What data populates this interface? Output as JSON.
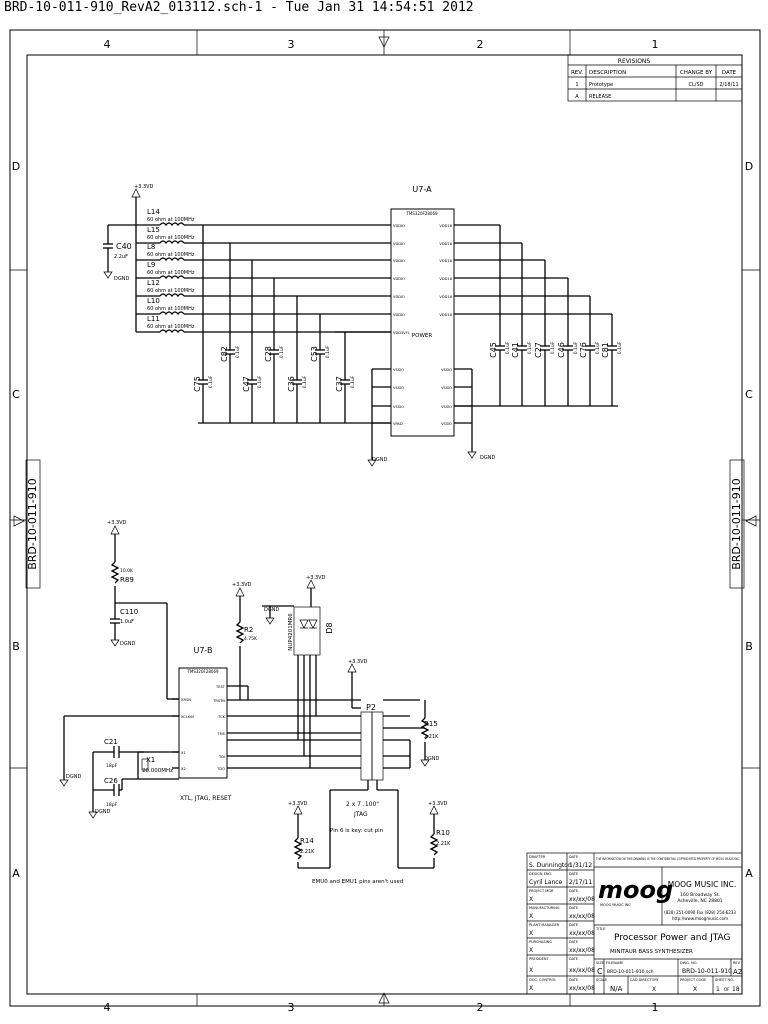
{
  "header": "BRD-10-011-910_RevA2_013112.sch-1 - Tue Jan 31 14:54:51 2012",
  "zones": {
    "cols": [
      "4",
      "3",
      "2",
      "1"
    ],
    "rows": [
      "D",
      "C",
      "B",
      "A"
    ]
  },
  "side_label": "BRD-10-011-910",
  "revisions": {
    "title": "REVISIONS",
    "cols": [
      "REV.",
      "DESCRIPTION",
      "CHANGE BY",
      "DATE"
    ],
    "rows": [
      [
        "1",
        "Prototype",
        "CL/SD",
        "2/18/11"
      ],
      [
        "A",
        "RELEASE",
        "",
        ""
      ]
    ]
  },
  "u7a": {
    "title": "U7-A",
    "part": "TMS320F28069",
    "power": "POWER",
    "left_pins": [
      "VDDIO",
      "VDDIO",
      "VDDIO",
      "VDDIO",
      "VDDIO",
      "VDDIO",
      "VDD3VFL"
    ],
    "right_pins": [
      "VDD18",
      "VDD18",
      "VDD18",
      "VDD18",
      "VDD18",
      "VDD18"
    ],
    "gnd_left": [
      "VSSIO",
      "VSSIO",
      "VSSIO",
      "VPAD"
    ],
    "gnd_right": [
      "VSSIO",
      "VSSIO",
      "VSSIO",
      "VSSIO"
    ]
  },
  "rail": "+3.3VD",
  "gnd": "DGND",
  "ferrites": [
    {
      "ref": "L14",
      "val": "60 ohm at 100MHz"
    },
    {
      "ref": "L15",
      "val": "60 ohm at 100MHz"
    },
    {
      "ref": "L8",
      "val": "60 ohm at 100MHz"
    },
    {
      "ref": "L9",
      "val": "60 ohm at 100MHz"
    },
    {
      "ref": "L12",
      "val": "60 ohm at 100MHz"
    },
    {
      "ref": "L10",
      "val": "60 ohm at 100MHz"
    },
    {
      "ref": "L11",
      "val": "60 ohm at 100MHz"
    }
  ],
  "c40": {
    "ref": "C40",
    "val": "2.2uF"
  },
  "caps_left": [
    {
      "ref": "C75",
      "val": "0.1uF"
    },
    {
      "ref": "C82",
      "val": "0.1uF"
    },
    {
      "ref": "C47",
      "val": "0.1uF"
    },
    {
      "ref": "C28",
      "val": "0.1uF"
    },
    {
      "ref": "C36",
      "val": "0.1uF"
    },
    {
      "ref": "C53",
      "val": "0.1uF"
    },
    {
      "ref": "C37",
      "val": "0.1uF"
    }
  ],
  "caps_right": [
    {
      "ref": "C45",
      "val": "0.1uF"
    },
    {
      "ref": "C41",
      "val": "0.1uF"
    },
    {
      "ref": "C27",
      "val": "0.1uF"
    },
    {
      "ref": "C46",
      "val": "0.1uF"
    },
    {
      "ref": "C76",
      "val": "0.1uF"
    },
    {
      "ref": "C81",
      "val": "0.1uF"
    }
  ],
  "u7b": {
    "title": "U7-B",
    "part": "TMS320F28069",
    "caption": "XTL, JTAG, RESET",
    "left_pins": [
      "XRSN",
      "XCLKIN",
      "X1",
      "X2"
    ],
    "right_pins": [
      "TEST",
      "TRSTN",
      "TCK",
      "TMS",
      "TDI",
      "TDO"
    ]
  },
  "r89": {
    "ref": "R89",
    "val": "10.0K"
  },
  "c110": {
    "ref": "C110",
    "val": "1.0uF"
  },
  "r2": {
    "ref": "R2",
    "val": "4.75K"
  },
  "d8": {
    "ref": "D8",
    "part": "NUP4201MR6"
  },
  "p2": {
    "ref": "P2",
    "label": "2 x 7 .100\"",
    "sub": "JTAG",
    "note": "Pin 6 is key: cut pin"
  },
  "r15": {
    "ref": "R15",
    "val": "2.21K"
  },
  "r14": {
    "ref": "R14",
    "val": "2.21K"
  },
  "r10": {
    "ref": "R10",
    "val": "2.21K"
  },
  "c21": {
    "ref": "C21",
    "val": "18pF"
  },
  "c26": {
    "ref": "C26",
    "val": "18pF"
  },
  "x1": {
    "ref": "X1",
    "val": "20.000MHz"
  },
  "emu_note": "EMU0 and EMU1 pins aren't used",
  "title_block": {
    "drafter_lbl": "DRAFTER",
    "drafter": "S. Dunnington",
    "drafter_date": "1/31/12",
    "design_lbl": "DESIGN ENG.",
    "design": "Cyril Lance",
    "design_date": "2/17/11",
    "pm_lbl": "PROJECT MGR",
    "pm": "X",
    "pm_date": "xx/xx/08",
    "mfg_lbl": "MANUFACTURING",
    "mfg": "X",
    "mfg_date": "xx/xx/08",
    "plant_lbl": "PLANT MANAGER",
    "plant": "X",
    "plant_date": "xx/xx/08",
    "purch_lbl": "PURCHASING",
    "purch": "X",
    "purch_date": "xx/xx/08",
    "pres_lbl": "PRESIDENT",
    "pres": "X",
    "pres_date": "xx/xx/08",
    "doc_lbl": "DOC. CONTROL",
    "doc": "X",
    "doc_date": "xx/xx/08",
    "date_lbl": "DATE",
    "notice": "THE INFORMATION ON THIS DRAWING IS THE CONFIDENTIAL COPYRIGHTED PROPERTY OF MOOG MUSIC INC.",
    "logo": "moog",
    "logo_sub": "MOOG MUSIC INC",
    "company": "MOOG MUSIC INC.",
    "addr1": "160 Broadway St.",
    "addr2": "Asheville, NC 28801",
    "phone": "(828) 251-0090 Fax (828) 254-6233",
    "web": "http://www.moogmusic.com",
    "title_lbl": "TITLE",
    "title": "Processor Power and JTAG",
    "subtitle": "MINITAUR BASS SYNTHESIZER",
    "size_lbl": "SIZE",
    "size": "C",
    "filename_lbl": "FILENAME",
    "filename": "BRD-10-011-910.sch",
    "dwg_lbl": "DWG. NO.",
    "dwg": "BRD-10-011-910",
    "rev_lbl": "REV",
    "rev": "A2",
    "scale_lbl": "SCALE",
    "scale": "N/A",
    "cad_lbl": "CAD DIRECTORY",
    "cad": "X",
    "code_lbl": "PROJECT CODE",
    "code": "X",
    "sheet_lbl": "SHEET NO.",
    "sheet": "1",
    "of_lbl": "OF",
    "of": "18"
  }
}
